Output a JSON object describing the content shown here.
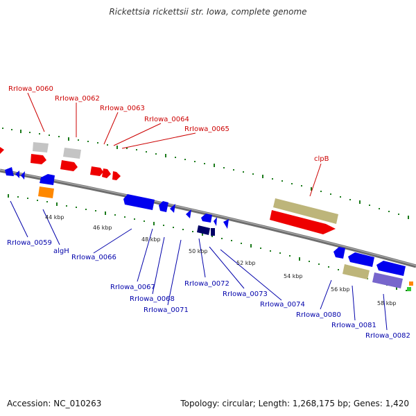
{
  "title": "Rickettsia rickettsii str. Iowa, complete genome",
  "footer": {
    "accession": "Accession: NC_010263",
    "summary": "Topology: circular; Length: 1,268,175 bp; Genes: 1,420"
  },
  "colors": {
    "forward_label": "#cc0000",
    "reverse_label": "#0000aa",
    "backbone": "#7a7a7a",
    "ticks": "#1a7a1a",
    "gene_red": "#ee0000",
    "gene_blue": "#0000ee",
    "gene_gray": "#c0c0c0",
    "gene_orange": "#ff8800",
    "gene_khaki": "#bdb57a",
    "gene_purple": "#7766cc",
    "gene_navy": "#000066"
  },
  "forward_labels": [
    "RrIowa_0060",
    "RrIowa_0062",
    "RrIowa_0063",
    "RrIowa_0064",
    "RrIowa_0065",
    "clpB"
  ],
  "reverse_labels": [
    "RrIowa_0059",
    "algH",
    "RrIowa_0066",
    "RrIowa_0067",
    "RrIowa_0068",
    "RrIowa_0071",
    "RrIowa_0072",
    "RrIowa_0073",
    "RrIowa_0074",
    "RrIowa_0080",
    "RrIowa_0081",
    "RrIowa_0082"
  ],
  "scale_labels": [
    "44 kbp",
    "46 kbp",
    "48 kbp",
    "50 kbp",
    "52 kbp",
    "54 kbp",
    "56 kbp",
    "58 kbp"
  ]
}
